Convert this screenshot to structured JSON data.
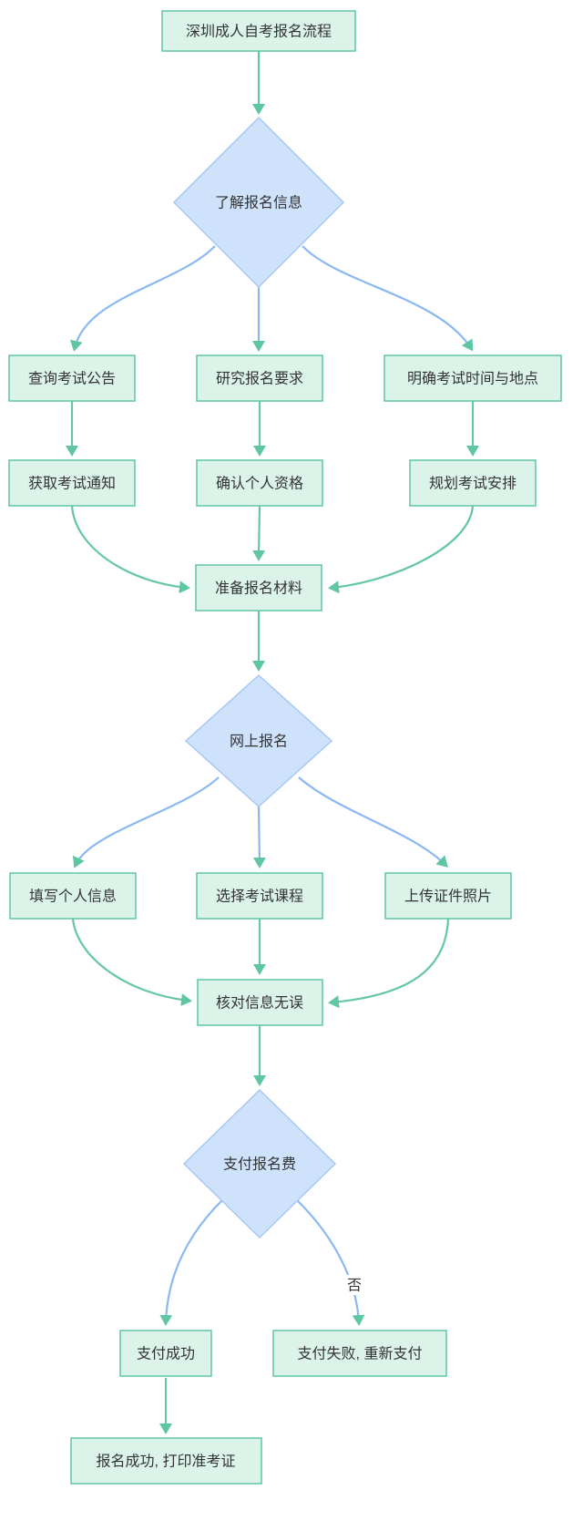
{
  "flowchart": {
    "nodes": {
      "start": {
        "label": "深圳成人自考报名流程",
        "shape": "rect"
      },
      "understand": {
        "label": "了解报名信息",
        "shape": "diamond"
      },
      "query_notice": {
        "label": "查询考试公告",
        "shape": "rect"
      },
      "study_requirements": {
        "label": "研究报名要求",
        "shape": "rect"
      },
      "confirm_schedule": {
        "label": "明确考试时间与地点",
        "shape": "rect"
      },
      "get_notice": {
        "label": "获取考试通知",
        "shape": "rect"
      },
      "confirm_eligibility": {
        "label": "确认个人资格",
        "shape": "rect"
      },
      "plan_arrangement": {
        "label": "规划考试安排",
        "shape": "rect"
      },
      "prepare_materials": {
        "label": "准备报名材料",
        "shape": "rect"
      },
      "online_register": {
        "label": "网上报名",
        "shape": "diamond"
      },
      "fill_personal": {
        "label": "填写个人信息",
        "shape": "rect"
      },
      "choose_courses": {
        "label": "选择考试课程",
        "shape": "rect"
      },
      "upload_photo": {
        "label": "上传证件照片",
        "shape": "rect"
      },
      "verify_info": {
        "label": "核对信息无误",
        "shape": "rect"
      },
      "pay_fee": {
        "label": "支付报名费",
        "shape": "diamond"
      },
      "pay_success": {
        "label": "支付成功",
        "shape": "rect"
      },
      "pay_fail": {
        "label": "支付失败, 重新支付",
        "shape": "rect"
      },
      "register_done": {
        "label": "报名成功, 打印准考证",
        "shape": "rect"
      }
    },
    "edge_labels": {
      "no": "否"
    },
    "colors": {
      "process_fill": "#dcf3ea",
      "process_border": "#5ec6a3",
      "decision_fill": "#cfe2fb",
      "decision_border": "#a7c8f4",
      "green_link": "#65c6a4",
      "blue_link": "#8ab8f2",
      "arrowhead": "#5ec6a3",
      "text": "#333333",
      "background": "#ffffff"
    }
  }
}
